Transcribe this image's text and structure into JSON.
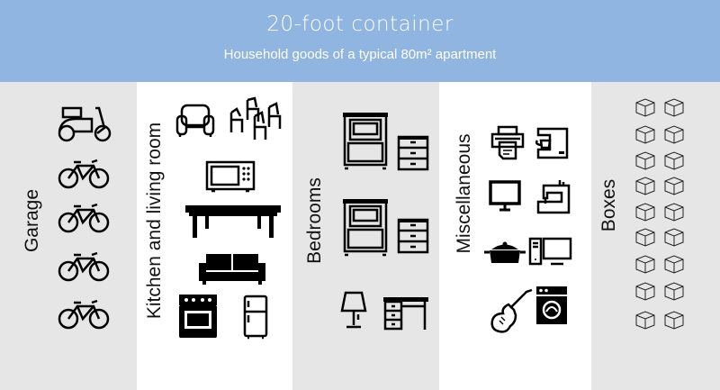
{
  "header": {
    "title": "20-foot container",
    "subtitle": "Household goods of a typical 80m² apartment"
  },
  "colors": {
    "header": "#8fb5e0",
    "gray_column": "#e6e6e6",
    "icon": "#000000"
  },
  "sections": [
    {
      "label": "Garage",
      "items": [
        "scooter-icon",
        "bicycle-icon",
        "bicycle-icon",
        "bicycle-icon",
        "bicycle-icon"
      ]
    },
    {
      "label": "Kitchen and living room",
      "items": [
        "armchair-icon",
        "chairs-icon",
        "microwave-icon",
        "table-icon",
        "sofa-icon",
        "stove-icon",
        "fridge-icon"
      ]
    },
    {
      "label": "Bedrooms",
      "items": [
        "bed-icon",
        "dresser-icon",
        "bed-icon",
        "dresser-icon",
        "lamp-icon",
        "desk-icon"
      ]
    },
    {
      "label": "Miscellaneous",
      "items": [
        "printer-icon",
        "coffee-machine-icon",
        "monitor-icon",
        "sewing-machine-icon",
        "cooking-pot-icon",
        "computer-icon",
        "guitar-icon",
        "washing-machine-icon"
      ]
    },
    {
      "label": "Boxes",
      "items": [
        "box-icon",
        "box-icon",
        "box-icon",
        "box-icon",
        "box-icon",
        "box-icon",
        "box-icon",
        "box-icon",
        "box-icon",
        "box-icon",
        "box-icon",
        "box-icon",
        "box-icon",
        "box-icon",
        "box-icon",
        "box-icon",
        "box-icon",
        "box-icon"
      ]
    }
  ]
}
